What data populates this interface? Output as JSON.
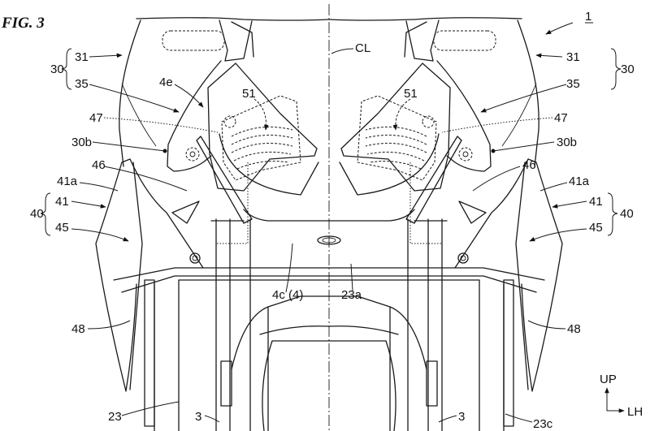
{
  "figure": {
    "title": "FIG. 3",
    "reference": "1",
    "centerline": "CL"
  },
  "labels_left": {
    "l30": "30",
    "l31": "31",
    "l35": "35",
    "l4e": "4e",
    "l51": "51",
    "l47": "47",
    "l30b": "30b",
    "l46": "46",
    "l41a": "41a",
    "l40": "40",
    "l41": "41",
    "l45": "45",
    "l48": "48",
    "l23": "23",
    "l3": "3"
  },
  "labels_center": {
    "l4c": "4c (4)",
    "l23a": "23a"
  },
  "labels_right": {
    "l30": "30",
    "l31": "31",
    "l35": "35",
    "l51": "51",
    "l47": "47",
    "l30b": "30b",
    "l46": "46",
    "l41a": "41a",
    "l40": "40",
    "l41": "41",
    "l45": "45",
    "l48": "48",
    "l3": "3",
    "l23c": "23c"
  },
  "direction": {
    "up": "UP",
    "lh": "LH"
  }
}
